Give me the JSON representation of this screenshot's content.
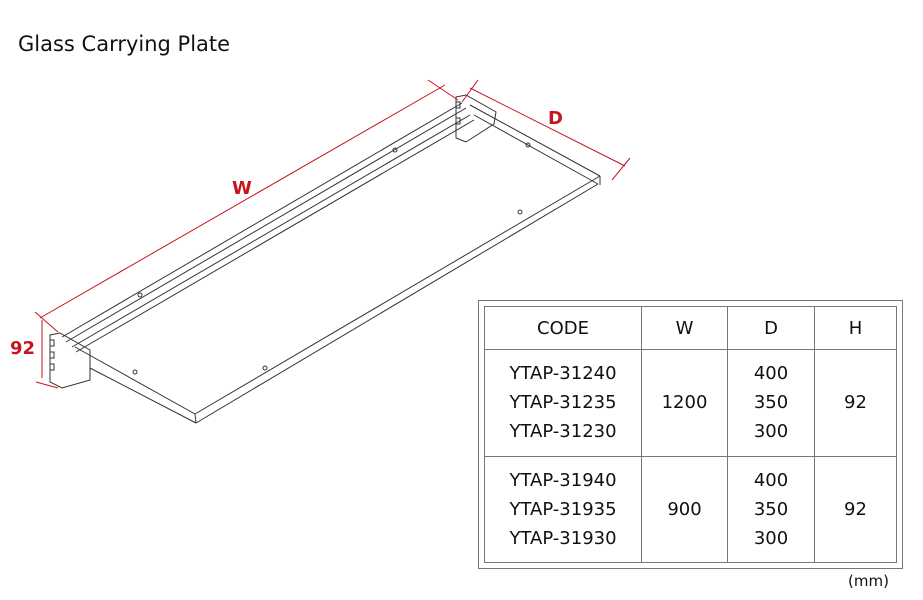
{
  "title": "Glass Carrying Plate",
  "dimensions": {
    "w_label": "W",
    "d_label": "D",
    "h_label": "92"
  },
  "table": {
    "headers": [
      "CODE",
      "W",
      "D",
      "H"
    ],
    "groups": [
      {
        "codes": [
          "YTAP-31240",
          "YTAP-31235",
          "YTAP-31230"
        ],
        "w": "1200",
        "d": [
          "400",
          "350",
          "300"
        ],
        "h": "92"
      },
      {
        "codes": [
          "YTAP-31940",
          "YTAP-31935",
          "YTAP-31930"
        ],
        "w": "900",
        "d": [
          "400",
          "350",
          "300"
        ],
        "h": "92"
      }
    ]
  },
  "unit": "(mm)",
  "colors": {
    "dimension": "#c4161c",
    "line": "#333333",
    "border": "#777777"
  }
}
